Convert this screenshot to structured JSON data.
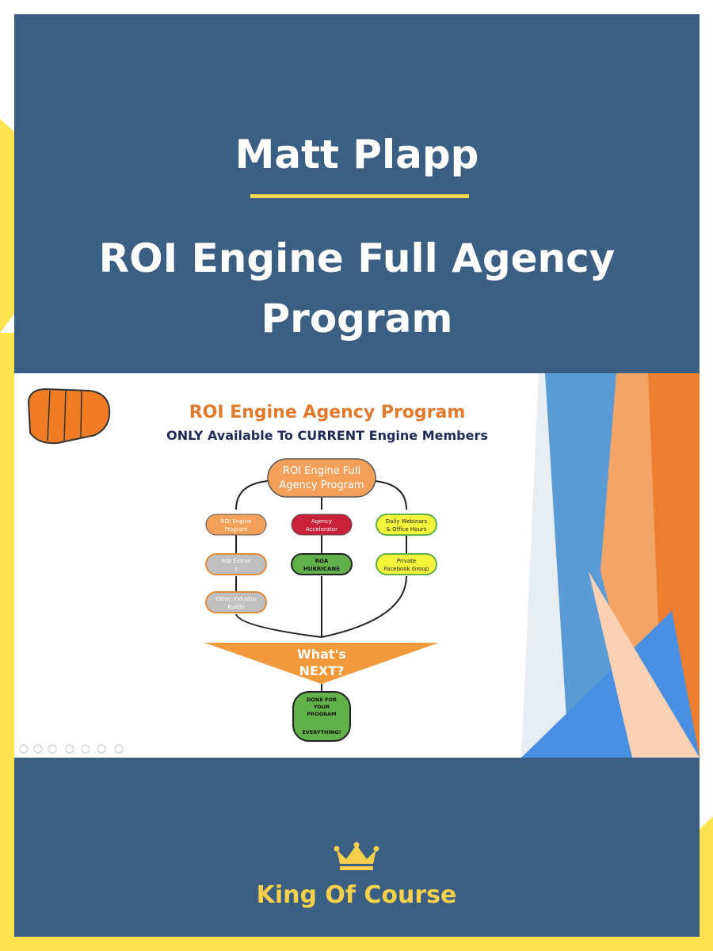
{
  "cover": {
    "author": "Matt Plapp",
    "title": "ROI Engine Full Agency Program",
    "accent_color": "#f7d64e",
    "background_color": "#3b5f82"
  },
  "slide": {
    "heading": "ROI Engine Agency Program",
    "subheading": "ONLY Available To CURRENT Engine Members",
    "root": [
      "ROI Engine Full",
      "Agency Program"
    ],
    "columns": [
      {
        "top": [
          "ROI Engine",
          "Program"
        ],
        "items": [
          [
            "ROI Extras",
            "s"
          ],
          [
            "Other Industry",
            "Builds"
          ]
        ]
      },
      {
        "top": [
          "Agency",
          "Accelerator"
        ],
        "items": [
          [
            "RGA",
            "HURRICANE"
          ]
        ]
      },
      {
        "top": [
          "Daily Webinars",
          "& Office Hours"
        ],
        "items": [
          [
            "Private",
            "Facebook Group"
          ]
        ]
      }
    ],
    "funnel": [
      "What's",
      "NEXT?"
    ],
    "final": [
      "DONE FOR",
      "YOUR",
      "PROGRAM",
      "",
      "EVERYTHING!"
    ],
    "fist_icon": "fist-icon"
  },
  "brand": {
    "name": "King Of Course",
    "icon": "crown-icon"
  }
}
